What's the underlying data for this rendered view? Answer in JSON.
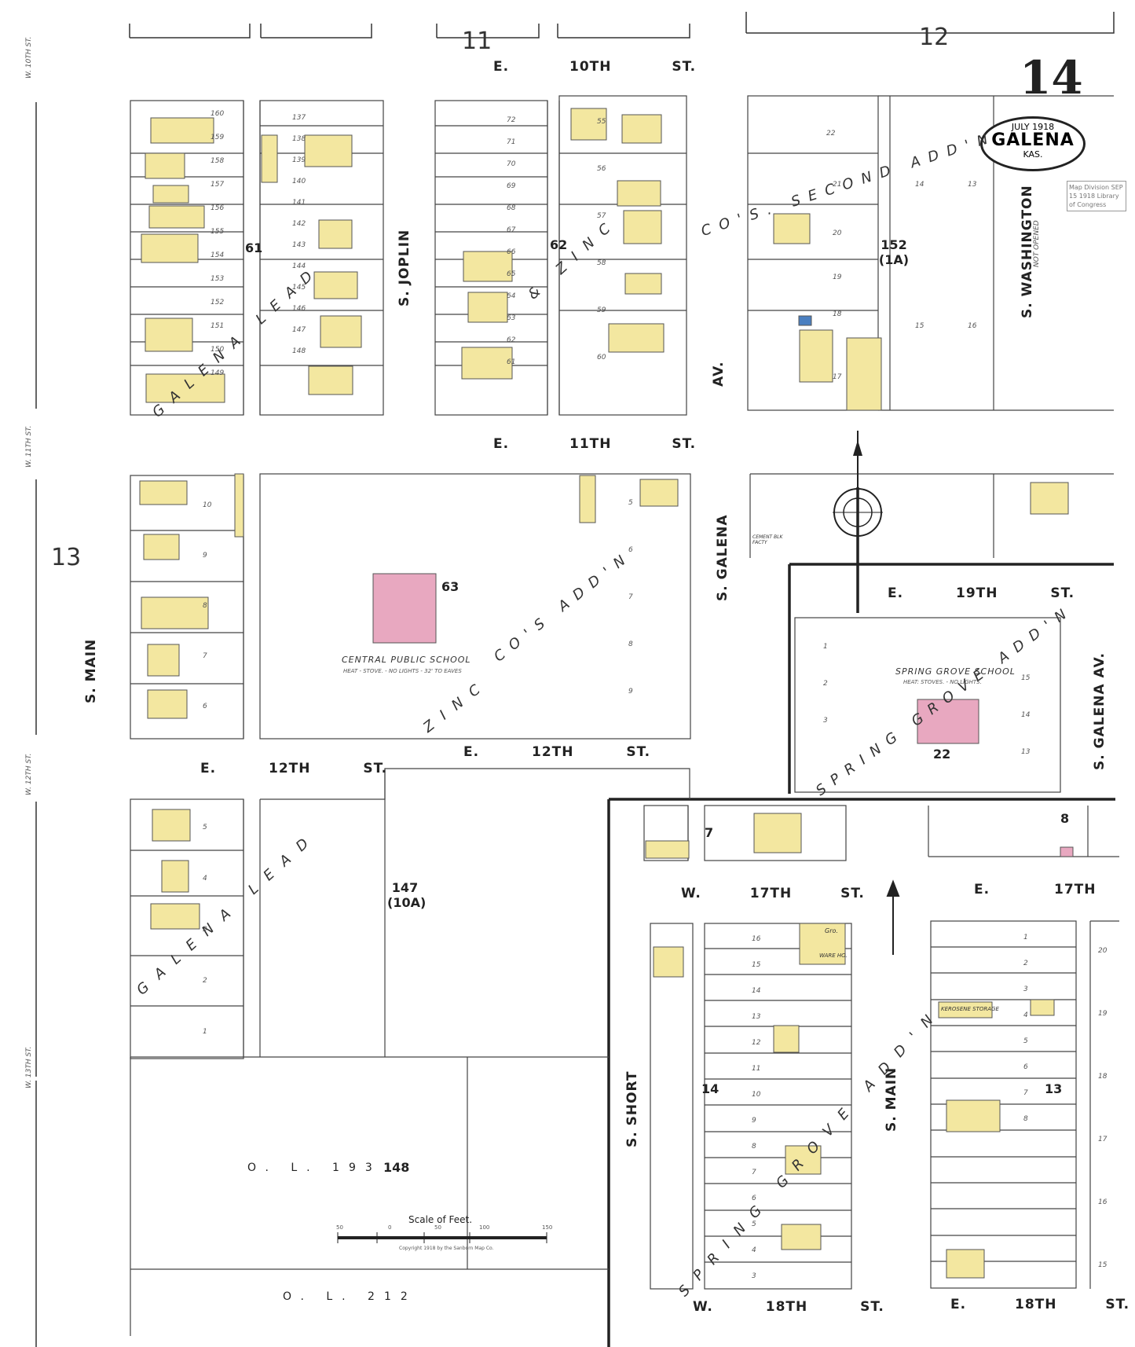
{
  "sheet": {
    "number": "14",
    "adjacent_sheets": [
      "11",
      "12",
      "13"
    ]
  },
  "cartouche": {
    "date": "JULY 1918",
    "city": "GALENA",
    "state": "KAS."
  },
  "stamp": "Map Division SEP 15 1918 Library of Congress",
  "streets": {
    "e10": "E. 10TH ST.",
    "e11": "E. 11TH ST.",
    "e12_left": "E. 12TH ST.",
    "e12_mid": "E. 12TH ST.",
    "e19": "E. 19TH ST.",
    "w17": "W. 17TH ST.",
    "e17": "E. 17TH ST.",
    "w18": "W. 18TH ST.",
    "e18": "E. 18TH ST.",
    "s_joplin": "S. JOPLIN",
    "s_galena_av_top": "AV.",
    "s_galena": "S. GALENA",
    "s_main_left": "S. MAIN",
    "s_washington": "S. WASHINGTON",
    "s_washington_note": "NOT OPENED",
    "s_short": "S. SHORT",
    "s_main_right": "S. MAIN",
    "s_galena_av_right": "S. GALENA AV.",
    "w10": "W. 10TH ST.",
    "w11": "W. 11TH ST.",
    "w12": "W. 12TH ST.",
    "w13": "W. 13TH ST."
  },
  "additions": {
    "galena_lead_top": "GALENA LEAD",
    "zinc_top": "& ZINC",
    "cos_second": "CO'S. SECOND ADD'N",
    "cos_add_mid": "CO'S ADD'N",
    "zinc_mid": "ZINC",
    "galena_lead_bot": "GALENA LEAD",
    "spring_grove_top": "SPRING GROVE ADD'N",
    "spring_grove_bot": "SPRING GROVE ADD'N"
  },
  "blocks": [
    "61",
    "62",
    "63",
    "152 (1A)",
    "147 (10A)",
    "148",
    "7",
    "22",
    "8",
    "14",
    "13",
    "O. L. 193",
    "O. L. 212"
  ],
  "buildings": {
    "central_school": "CENTRAL PUBLIC SCHOOL",
    "central_school_note": "HEAT - STOVE. - NO LIGHTS - 32' TO EAVES",
    "spring_grove_school": "SPRING GROVE SCHOOL",
    "spring_grove_note": "HEAT: STOVES. - NO LIGHTS.",
    "kerosene": "KEROSENE STORAGE",
    "gro": "Gro.",
    "ware": "WARE HO.",
    "cement": "CEMENT BLK FACTY"
  },
  "scale": {
    "title": "Scale of Feet.",
    "ticks": [
      "50",
      "0",
      "50",
      "100",
      "150"
    ],
    "copyright": "Copyright 1918 by the Sanborn Map Co."
  },
  "lot_numbers": {
    "b61_left": [
      "160",
      "159",
      "158",
      "157",
      "156",
      "155",
      "154",
      "153",
      "152",
      "151",
      "150",
      "149"
    ],
    "b61_right": [
      "137",
      "138",
      "139",
      "140",
      "141",
      "142",
      "143",
      "144",
      "145",
      "146",
      "147",
      "148"
    ],
    "b62_left": [
      "72",
      "71",
      "70",
      "69",
      "68",
      "67",
      "66",
      "65",
      "64",
      "63",
      "62",
      "61"
    ],
    "b62_right": [
      "55",
      "56",
      "57",
      "58",
      "59",
      "60"
    ],
    "b152": [
      "22",
      "21",
      "20",
      "19",
      "18",
      "17",
      "14",
      "13",
      "15",
      "16"
    ],
    "b63_left": [
      "10",
      "9",
      "8",
      "7",
      "6"
    ],
    "b63_right": [
      "5",
      "6",
      "7",
      "8",
      "9"
    ],
    "b147": [
      "5",
      "4",
      "3",
      "2",
      "1"
    ],
    "b14": [
      "16",
      "15",
      "14",
      "13",
      "12",
      "11",
      "10",
      "9",
      "8",
      "7",
      "6",
      "5",
      "4",
      "3"
    ],
    "b13": [
      "1",
      "2",
      "3",
      "4",
      "5",
      "6",
      "7",
      "8"
    ],
    "b13_right": [
      "20",
      "19",
      "18",
      "17",
      "16",
      "15"
    ],
    "b22_left": [
      "1",
      "2",
      "3"
    ],
    "b22_right": [
      "15",
      "14",
      "13"
    ]
  },
  "colors": {
    "dwelling": "#f3e7a0",
    "brick": "#e8a8c0",
    "outline": "#444444",
    "paper": "#ffffff"
  },
  "compass": "north-arrow"
}
